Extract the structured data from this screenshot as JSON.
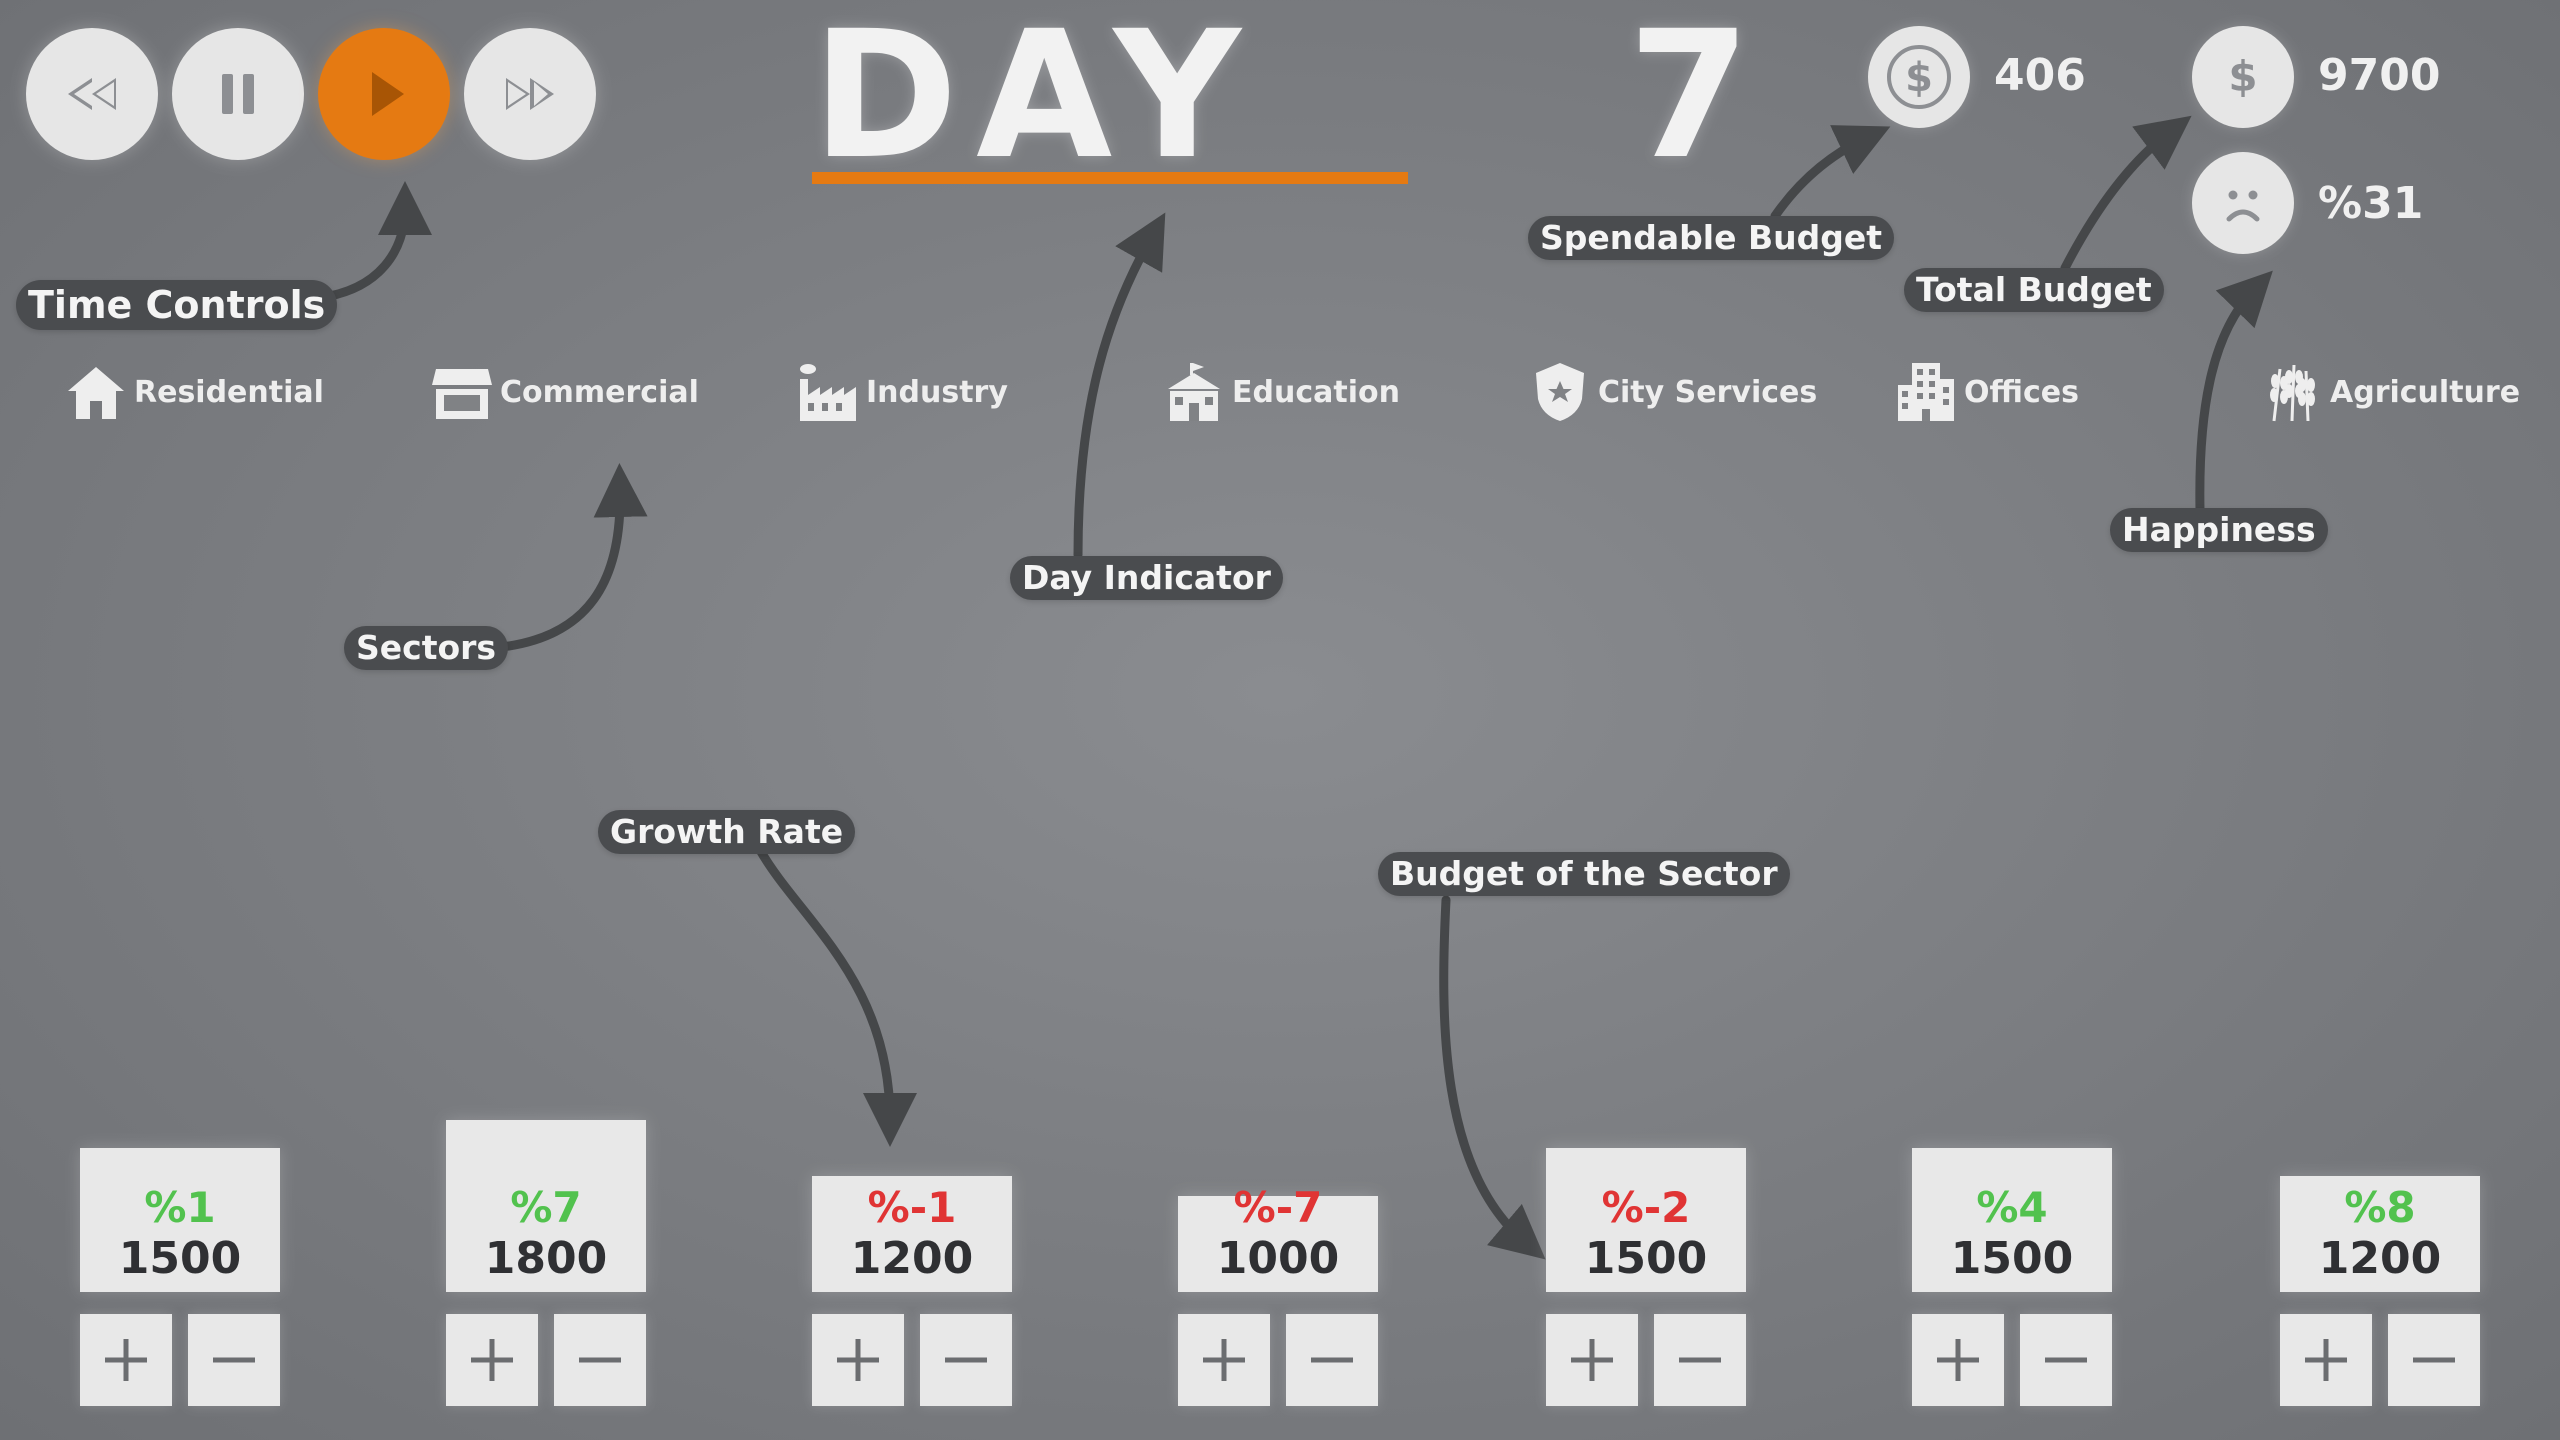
{
  "time_controls": {
    "rewind": "rewind-icon",
    "pause": "pause-icon",
    "play": "play-icon",
    "fast_forward": "fast-forward-icon",
    "active": "play"
  },
  "day": {
    "word": "DAY",
    "number": "7"
  },
  "spendable_budget": {
    "value": "406",
    "icon": "coin-icon"
  },
  "total_budget": {
    "value": "9700",
    "icon": "dollar-icon"
  },
  "happiness": {
    "value": "%31",
    "icon": "sad-face-icon"
  },
  "sectors": [
    {
      "label": "Residential",
      "icon": "house-icon",
      "rate": "%1",
      "budget": "1500",
      "trend": "positive"
    },
    {
      "label": "Commercial",
      "icon": "store-icon",
      "rate": "%7",
      "budget": "1800",
      "trend": "positive"
    },
    {
      "label": "Industry",
      "icon": "factory-icon",
      "rate": "%-1",
      "budget": "1200",
      "trend": "negative"
    },
    {
      "label": "Education",
      "icon": "school-icon",
      "rate": "%-7",
      "budget": "1000",
      "trend": "negative"
    },
    {
      "label": "City Services",
      "icon": "police-badge-icon",
      "rate": "%-2",
      "budget": "1500",
      "trend": "negative"
    },
    {
      "label": "Offices",
      "icon": "office-building-icon",
      "rate": "%4",
      "budget": "1500",
      "trend": "positive"
    },
    {
      "label": "Agriculture",
      "icon": "wheat-icon",
      "rate": "%8",
      "budget": "1200",
      "trend": "positive"
    }
  ],
  "controls": {
    "increase": "plus-icon",
    "decrease": "minus-icon"
  },
  "annotations": {
    "time_controls": "Time Controls",
    "sectors": "Sectors",
    "day_indicator": "Day Indicator",
    "spendable_budget": "Spendable Budget",
    "total_budget": "Total Budget",
    "happiness": "Happiness",
    "growth_rate": "Growth Rate",
    "sector_budget": "Budget of the Sector"
  },
  "colors": {
    "accent": "#e57a12",
    "positive": "#52c24e",
    "negative": "#e03434",
    "panel": "#e8e8e8",
    "label_bg": "#4a4c4f"
  }
}
